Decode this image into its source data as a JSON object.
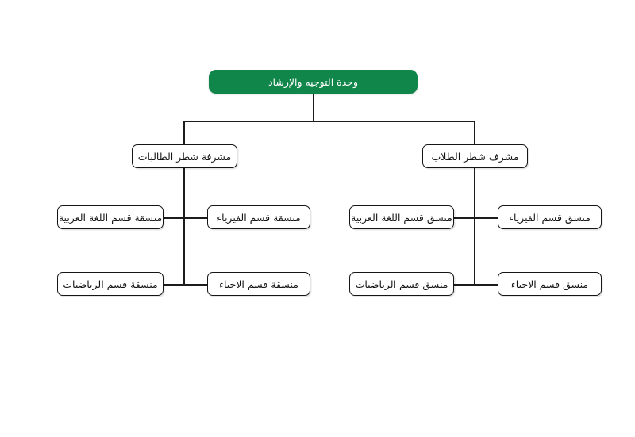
{
  "diagram": {
    "type": "organization-chart",
    "language": "ar",
    "direction": "rtl",
    "background_color": "#ffffff",
    "accent_color": "#10864a",
    "line_color": "#1c1c1c",
    "box_border_color": "#151515",
    "box_fill_color": "#ffffff",
    "root_text_color": "#ffffff",
    "node_text_color": "#141414"
  },
  "root": {
    "label": "وحدة التوجيه والإرشاد"
  },
  "branches": [
    {
      "id": "female-branch",
      "supervisor": {
        "label": "مشرفة شطر الطالبات"
      },
      "coordinators": [
        {
          "label": "منسقة قسم اللغة العربية",
          "row": 1,
          "side": "outer"
        },
        {
          "label": "منسقة قسم الفيزياء",
          "row": 1,
          "side": "inner"
        },
        {
          "label": "منسقة قسم الرياضيات",
          "row": 2,
          "side": "outer"
        },
        {
          "label": "منسقة قسم الاحياء",
          "row": 2,
          "side": "inner"
        }
      ]
    },
    {
      "id": "male-branch",
      "supervisor": {
        "label": "مشرف شطر الطلاب"
      },
      "coordinators": [
        {
          "label": "منسق قسم اللغة العربية",
          "row": 1,
          "side": "outer"
        },
        {
          "label": "منسق قسم الفيزياء",
          "row": 1,
          "side": "inner"
        },
        {
          "label": "منسق قسم الرياضيات",
          "row": 2,
          "side": "outer"
        },
        {
          "label": "منسق قسم الاحياء",
          "row": 2,
          "side": "inner"
        }
      ]
    }
  ]
}
